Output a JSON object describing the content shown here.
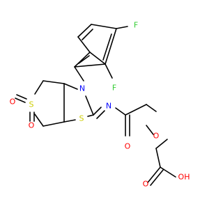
{
  "atoms": [
    {
      "label": "F",
      "color": "#33CC33"
    },
    {
      "label": "F",
      "color": "#33CC33"
    },
    {
      "label": "N",
      "color": "#0000FF"
    },
    {
      "label": "N",
      "color": "#0000FF"
    },
    {
      "label": "S",
      "color": "#CCCC00"
    },
    {
      "label": "S",
      "color": "#CCCC00"
    },
    {
      "label": "O",
      "color": "#FF0000"
    },
    {
      "label": "O",
      "color": "#FF0000"
    },
    {
      "label": "O",
      "color": "#FF0000"
    },
    {
      "label": "O",
      "color": "#FF0000"
    },
    {
      "label": "O",
      "color": "#FF0000"
    },
    {
      "label": "OH",
      "color": "#FF0000"
    }
  ]
}
